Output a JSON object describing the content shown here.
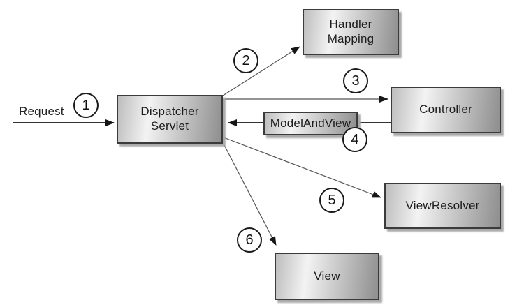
{
  "diagram": {
    "request_label": "Request",
    "boxes": [
      {
        "name": "dispatcher-servlet",
        "label": "Dispatcher\nServlet"
      },
      {
        "name": "handler-mapping",
        "label": "Handler\nMapping"
      },
      {
        "name": "controller",
        "label": "Controller"
      },
      {
        "name": "model-and-view",
        "label": "ModelAndView"
      },
      {
        "name": "view-resolver",
        "label": "ViewResolver"
      },
      {
        "name": "view",
        "label": "View"
      }
    ],
    "steps": [
      "1",
      "2",
      "3",
      "4",
      "5",
      "6"
    ],
    "colors": {
      "background": "#ffffff",
      "box_border": "#3b3b3b",
      "box_gradient_start": "#bdbdbd",
      "box_gradient_mid": "#f3f3f3",
      "box_gradient_end": "#8e8e8e",
      "box_shadow": "#a9a9a9",
      "arrow_dark": "#161616",
      "arrow_gray": "#555555",
      "badge_border": "#1a1a1a"
    }
  }
}
